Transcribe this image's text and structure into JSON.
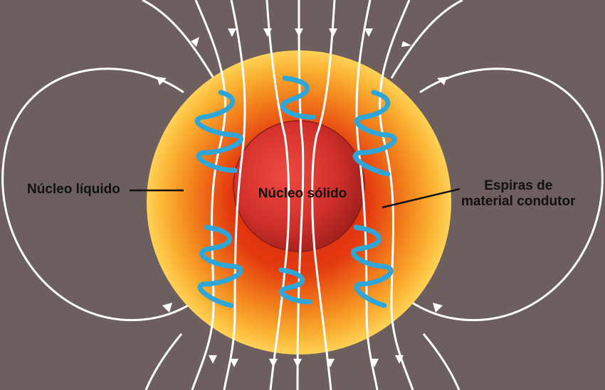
{
  "labels": {
    "liquid_core": "Núcleo líquido",
    "solid_core": "Núcleo sólido",
    "coils_line1": "Espiras de",
    "coils_line2": "material condutor"
  },
  "colors": {
    "background": "#6c5f5e",
    "field_lines": "#ffffff",
    "outer_core_edge": "#ffcf4a",
    "outer_core_mid": "#f08a1e",
    "outer_core_inner": "#e0350f",
    "inner_core": "#d8332c",
    "coils": "#2fa6d8",
    "label_text": "#111111"
  },
  "icons": [
    "field-arrow-icon"
  ]
}
